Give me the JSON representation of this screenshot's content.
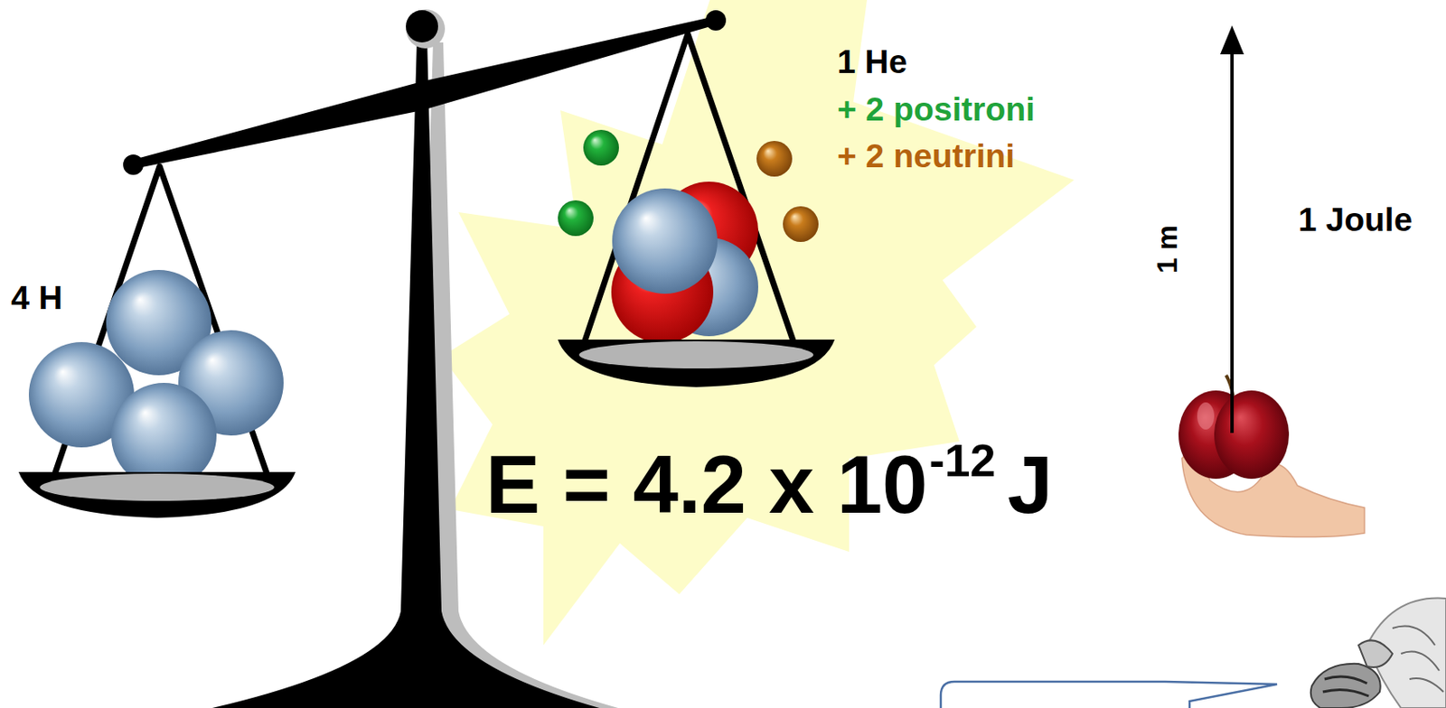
{
  "diagram": {
    "labels": [
      "4 H",
      "1 He",
      "+ 2 positroni",
      "+ 2 neutrini",
      "E = 4.2 x 10",
      "-12",
      "J",
      "1 m",
      "1 Joule"
    ]
  }
}
